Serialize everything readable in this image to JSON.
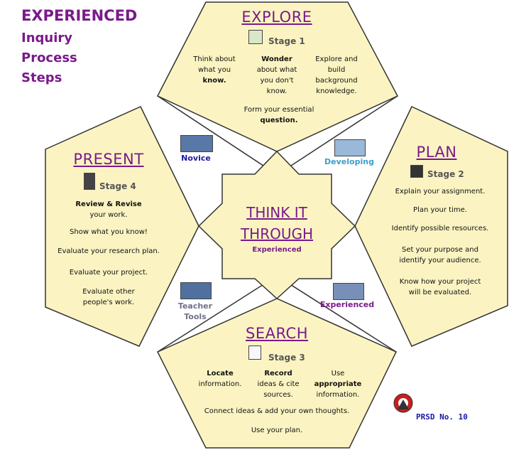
{
  "title_lines": [
    "EXPERIENCED",
    "Inquiry",
    "Process",
    "Steps"
  ],
  "center": {
    "title_line1": "THINK IT",
    "title_line2": "THROUGH",
    "subtitle": "Experienced"
  },
  "stages": {
    "explore": {
      "title": "EXPLORE",
      "stage": "Stage 1",
      "col1": [
        "Think about",
        "what you",
        "know."
      ],
      "col2": [
        "Wonder",
        "about what",
        "you don't",
        "know."
      ],
      "col3": [
        "Explore and",
        "build",
        "background",
        "knowledge."
      ],
      "bottom": [
        "Form your essential",
        "question."
      ]
    },
    "plan": {
      "title": "PLAN",
      "stage": "Stage 2",
      "lines": [
        "Explain your assignment.",
        "Plan your time.",
        "Identify possible resources.",
        "Set your purpose and",
        "identify your audience.",
        "Know how your project",
        "will be evaluated."
      ]
    },
    "search": {
      "title": "SEARCH",
      "stage": "Stage 3",
      "col1": [
        "Locate",
        "information."
      ],
      "col2": [
        "Record",
        "ideas & cite",
        "sources."
      ],
      "col3": [
        "Use",
        "appropriate",
        "information."
      ],
      "bottom1": "Connect ideas & add your own thoughts.",
      "bottom2": "Use your plan."
    },
    "present": {
      "title": "PRESENT",
      "stage": "Stage 4",
      "lines": [
        "Review & Revise",
        "your work.",
        "Show what you know!",
        "Evaluate your research plan.",
        "Evaluate your project.",
        "Evaluate other",
        "people's work."
      ]
    }
  },
  "levels": {
    "novice": "Novice",
    "developing": "Developing",
    "teacher_tools": [
      "Teacher",
      "Tools"
    ],
    "experienced": "Experienced"
  },
  "footer": "PRSD No. 10",
  "colors": {
    "fill": "#fbf4c2",
    "stroke": "#333333",
    "title": "#7a1a8a",
    "novice": "#1a1aa0",
    "developing": "#3aa0c8",
    "teacher": "#707088",
    "experienced": "#7a1a8a"
  }
}
